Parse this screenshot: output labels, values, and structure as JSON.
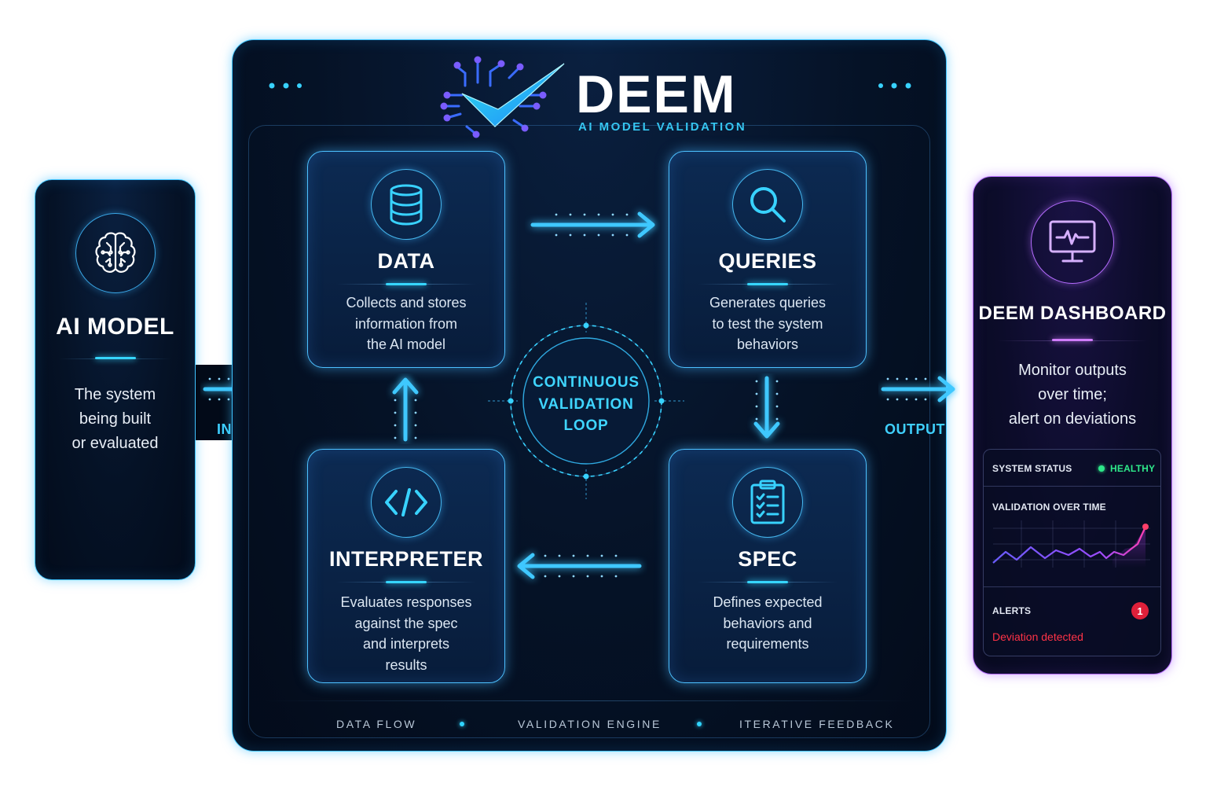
{
  "ai_model": {
    "title": "AI MODEL",
    "description": "The system\nbeing built\nor evaluated"
  },
  "brand": {
    "name": "DEEM",
    "tagline": "AI MODEL VALIDATION"
  },
  "flow": {
    "input_label": "INPUT",
    "output_label": "OUTPUT"
  },
  "cards": {
    "data": {
      "title": "DATA",
      "description": "Collects and stores\ninformation from\nthe AI model",
      "icon": "database-icon"
    },
    "queries": {
      "title": "QUERIES",
      "description": "Generates queries\nto test the system\nbehaviors",
      "icon": "search-icon"
    },
    "interpreter": {
      "title": "INTERPRETER",
      "description": "Evaluates responses\nagainst the spec\nand interprets\nresults",
      "icon": "code-icon"
    },
    "spec": {
      "title": "SPEC",
      "description": "Defines expected\nbehaviors and\nrequirements",
      "icon": "clipboard-checklist-icon"
    }
  },
  "loop": {
    "label": "CONTINUOUS\nVALIDATION\nLOOP"
  },
  "footer": {
    "items": [
      "DATA FLOW",
      "VALIDATION ENGINE",
      "ITERATIVE FEEDBACK"
    ]
  },
  "dashboard": {
    "title": "DEEM DASHBOARD",
    "description": "Monitor outputs\nover time;\nalert on deviations",
    "status_label": "SYSTEM STATUS",
    "status_value": "HEALTHY",
    "chart_label": "VALIDATION OVER TIME",
    "alerts_label": "ALERTS",
    "alerts_count": "1",
    "alert_message": "Deviation detected",
    "icon": "monitor-pulse-icon"
  },
  "colors": {
    "accent_cyan": "#36d6ff",
    "accent_purple": "#b56cff",
    "healthy_green": "#2ee88a",
    "alert_red": "#ff3347"
  }
}
